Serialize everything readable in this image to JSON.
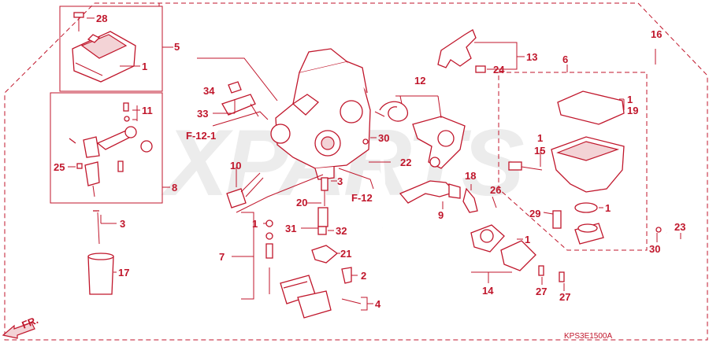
{
  "watermark": "XPARTS",
  "diagram_code": "KPS3E1500A",
  "direction_label": "FR.",
  "ref_labels": {
    "f12_1": "F-12-1",
    "f12": "F-12"
  },
  "callouts": {
    "c1": "1",
    "c2": "2",
    "c3": "3",
    "c4": "4",
    "c5": "5",
    "c6": "6",
    "c7": "7",
    "c8": "8",
    "c9": "9",
    "c10": "10",
    "c11": "11",
    "c12": "12",
    "c13": "13",
    "c14": "14",
    "c15": "15",
    "c16": "16",
    "c17": "17",
    "c18": "18",
    "c19": "19",
    "c20": "20",
    "c21": "21",
    "c22": "22",
    "c23": "23",
    "c24": "24",
    "c25": "25",
    "c26": "26",
    "c27": "27",
    "c28": "28",
    "c29": "29",
    "c30": "30",
    "c31": "31",
    "c32": "32",
    "c33": "33",
    "c34": "34"
  }
}
